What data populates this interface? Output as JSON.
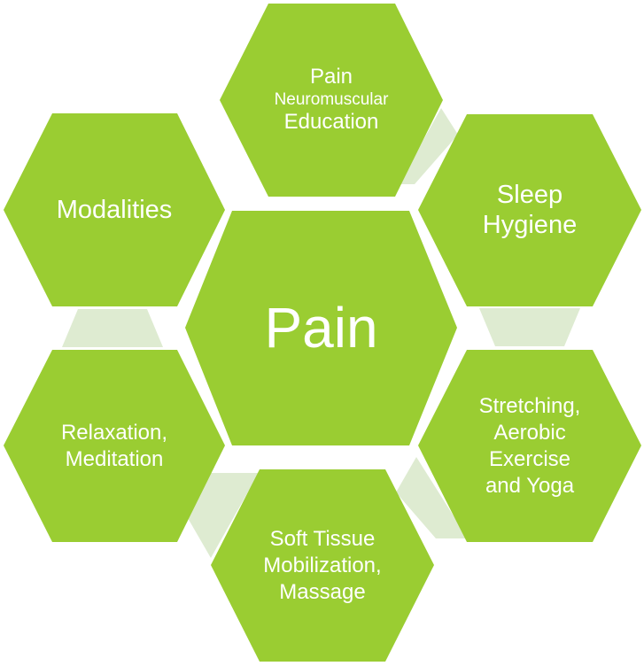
{
  "colors": {
    "hex_fill": "#9ACD32",
    "connector_fill": "#DEEBD1",
    "text": "#FFFFFF"
  },
  "center": {
    "label": "Pain"
  },
  "nodes": {
    "top": {
      "line1": "Pain",
      "line2": "Neuromuscular",
      "line3": "Education"
    },
    "top_right": {
      "line1": "Sleep",
      "line2": "Hygiene"
    },
    "bottom_right": {
      "line1": "Stretching,",
      "line2": "Aerobic",
      "line3": "Exercise",
      "line4": "and Yoga"
    },
    "bottom": {
      "line1": "Soft Tissue",
      "line2": "Mobilization,",
      "line3": "Massage"
    },
    "bottom_left": {
      "line1": "Relaxation,",
      "line2": "Meditation"
    },
    "top_left": {
      "line1": "Modalities"
    }
  }
}
